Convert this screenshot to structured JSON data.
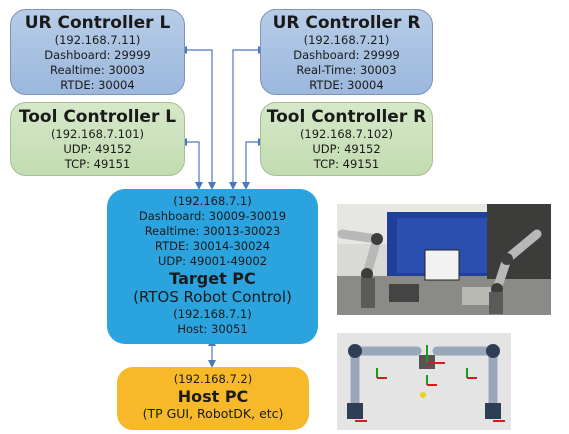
{
  "ur_left": {
    "title": "UR Controller L",
    "ip": "(192.168.7.11)",
    "dashboard": "Dashboard: 29999",
    "realtime": "Realtime: 30003",
    "rtde": "RTDE: 30004"
  },
  "ur_right": {
    "title": "UR Controller R",
    "ip": "(192.168.7.21)",
    "dashboard": "Dashboard: 29999",
    "realtime": "Real-Time: 30003",
    "rtde": "RTDE: 30004"
  },
  "tool_left": {
    "title": "Tool Controller L",
    "ip": "(192.168.7.101)",
    "udp": "UDP: 49152",
    "tcp": "TCP: 49151"
  },
  "tool_right": {
    "title": "Tool Controller R",
    "ip": "(192.168.7.102)",
    "udp": "UDP: 49152",
    "tcp": "TCP: 49151"
  },
  "target_pc": {
    "ip": "(192.168.7.1)",
    "dashboard": "Dashboard: 30009-30019",
    "realtime": "Realtime: 30013-30023",
    "rtde": "RTDE: 30014-30024",
    "udp": "UDP: 49001-49002",
    "title": "Target PC",
    "subtitle": "(RTOS Robot Control)",
    "ip2": "(192.168.7.1)",
    "host": "Host: 30051"
  },
  "host_pc": {
    "ip": "(192.168.7.2)",
    "title": "Host PC",
    "subtitle": "(TP GUI, RobotDK, etc)"
  },
  "colors": {
    "ur_box": "#a9c3e3",
    "tool_box": "#cce2bd",
    "target_box": "#2aa3df",
    "host_box": "#f7b92a",
    "arrow": "#4a78c0"
  }
}
